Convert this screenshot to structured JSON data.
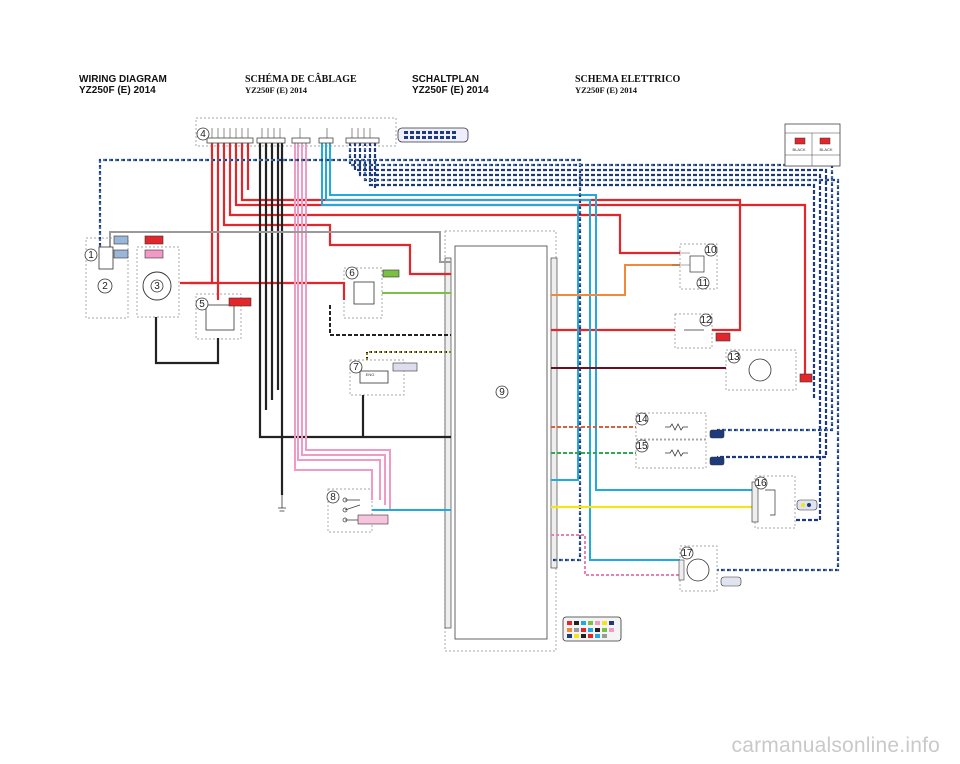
{
  "headers": [
    {
      "title": "WIRING DIAGRAM",
      "subtitle": "YZ250F (E) 2014"
    },
    {
      "title": "SCHÉMA DE CÂBLAGE",
      "subtitle": "YZ250F (E) 2014"
    },
    {
      "title": "SCHALTPLAN",
      "subtitle": "YZ250F (E) 2014"
    },
    {
      "title": "SCHEMA ELETTRICO",
      "subtitle": "YZ250F (E) 2014"
    }
  ],
  "component_numbers": [
    "1",
    "2",
    "3",
    "4",
    "5",
    "6",
    "7",
    "8",
    "9",
    "10",
    "11",
    "12",
    "13",
    "14",
    "15",
    "16",
    "17"
  ],
  "coupler_labels": {
    "black_left": "BLACK",
    "black_right": "BLACK",
    "engine_label": "ENG"
  },
  "wire_colors": {
    "red": "#e2262b",
    "black": "#222222",
    "pink": "#f29ac6",
    "sky": "#22a9e0",
    "green": "#7ac143",
    "orange": "#f08a3a",
    "yellow": "#f5e31b",
    "gray": "#9a9a9a",
    "dark_blue": "#1d3b7a"
  },
  "watermark": "carmanualsonline.info"
}
